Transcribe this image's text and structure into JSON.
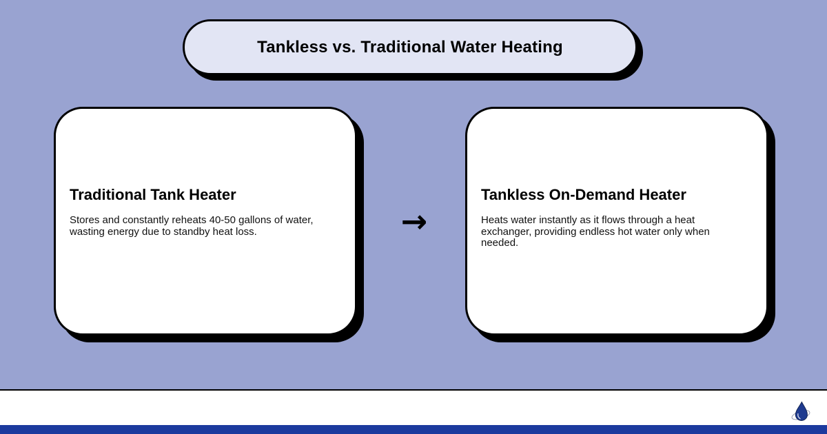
{
  "title": "Tankless vs. Traditional Water Heating",
  "cards": [
    {
      "heading": "Traditional Tank Heater",
      "body": "Stores and constantly reheats 40-50 gallons of water, wasting energy due to standby heat loss."
    },
    {
      "heading": "Tankless On-Demand Heater",
      "body": "Heats water instantly as it flows through a heat exchanger, providing endless hot water only when needed."
    }
  ],
  "arrow": "→",
  "colors": {
    "background": "#99a3d1",
    "title_bg": "#e2e5f4",
    "card_bg": "#ffffff",
    "shadow": "#000000",
    "footer_bg": "#ffffff",
    "bottom_bar": "#1c3a9e",
    "logo_color": "#1e3a8f"
  }
}
